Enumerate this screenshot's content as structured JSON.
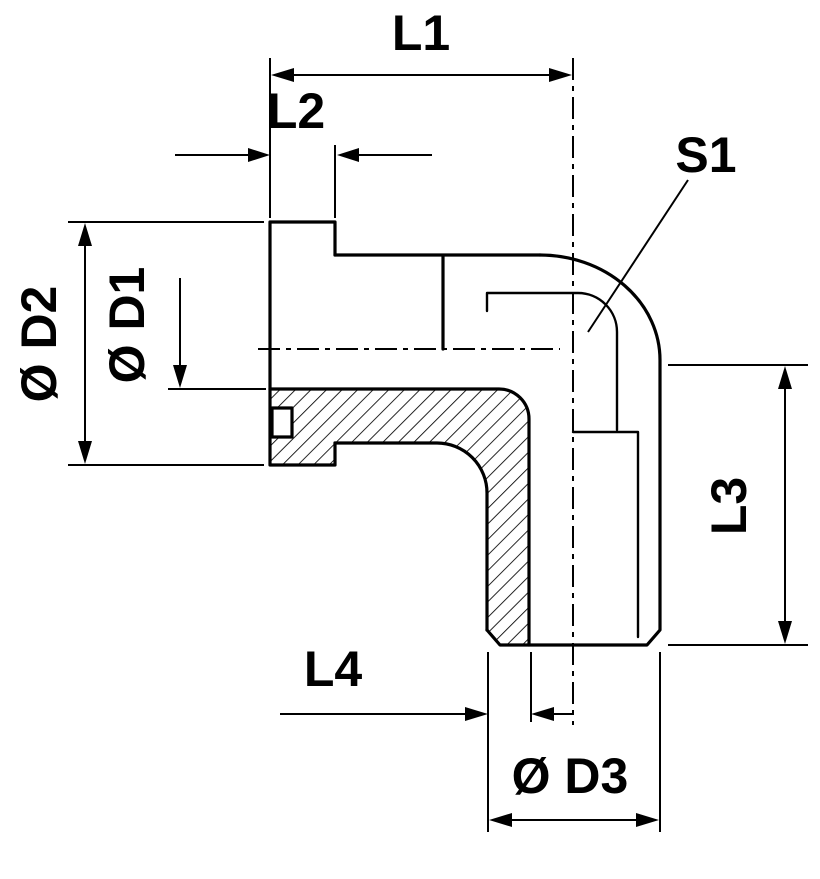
{
  "meta": {
    "drawing_type": "technical-drawing",
    "subject": "90-degree elbow fitting, half-section view",
    "background_color": "#ffffff",
    "line_color": "#000000"
  },
  "labels": {
    "l1": "L1",
    "l2": "L2",
    "s1": "S1",
    "d1": "Ø D1",
    "d2": "Ø D2",
    "l3": "L3",
    "l4": "L4",
    "d3": "Ø D3"
  }
}
